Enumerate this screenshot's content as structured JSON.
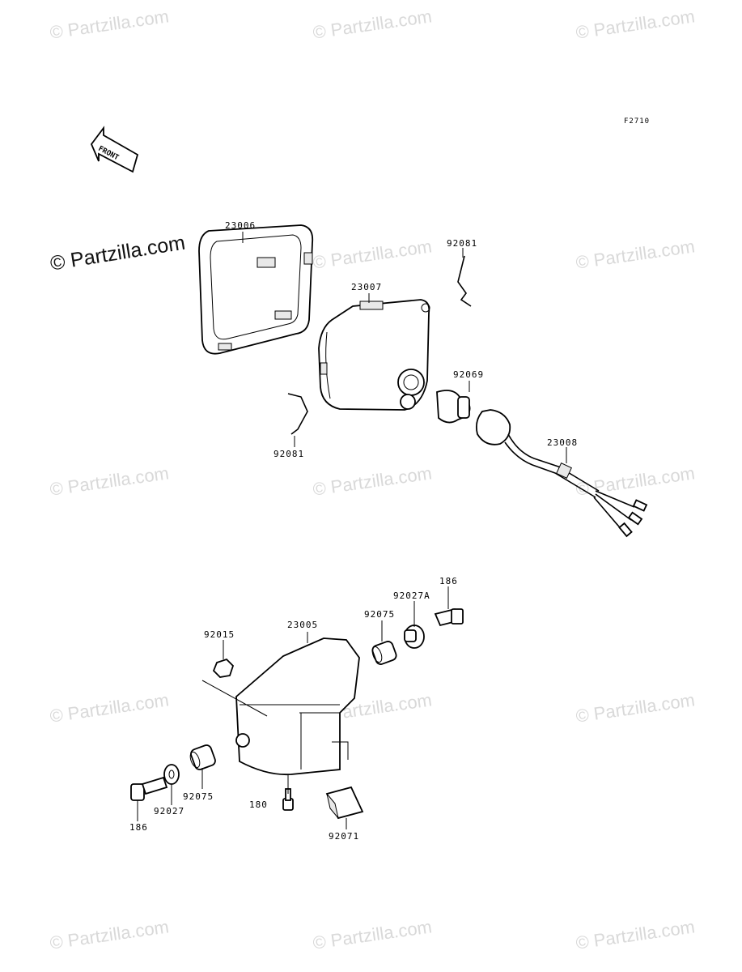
{
  "figure_code": "F2710",
  "front_arrow": {
    "text": "FRONT",
    "icon": "front-arrow-icon"
  },
  "watermark": "© Partzilla.com",
  "watermark_main": "© Partzilla.com",
  "part_labels": {
    "p23006": "23006",
    "p23007": "23007",
    "p92081_top": "92081",
    "p92081_bottom": "92081",
    "p92069": "92069",
    "p23008": "23008",
    "p186_top": "186",
    "p92027A": "92027A",
    "p92075_top": "92075",
    "p23005": "23005",
    "p92015": "92015",
    "p92075_bottom": "92075",
    "p92027": "92027",
    "p186_bottom": "186",
    "p180": "180",
    "p92071": "92071"
  }
}
